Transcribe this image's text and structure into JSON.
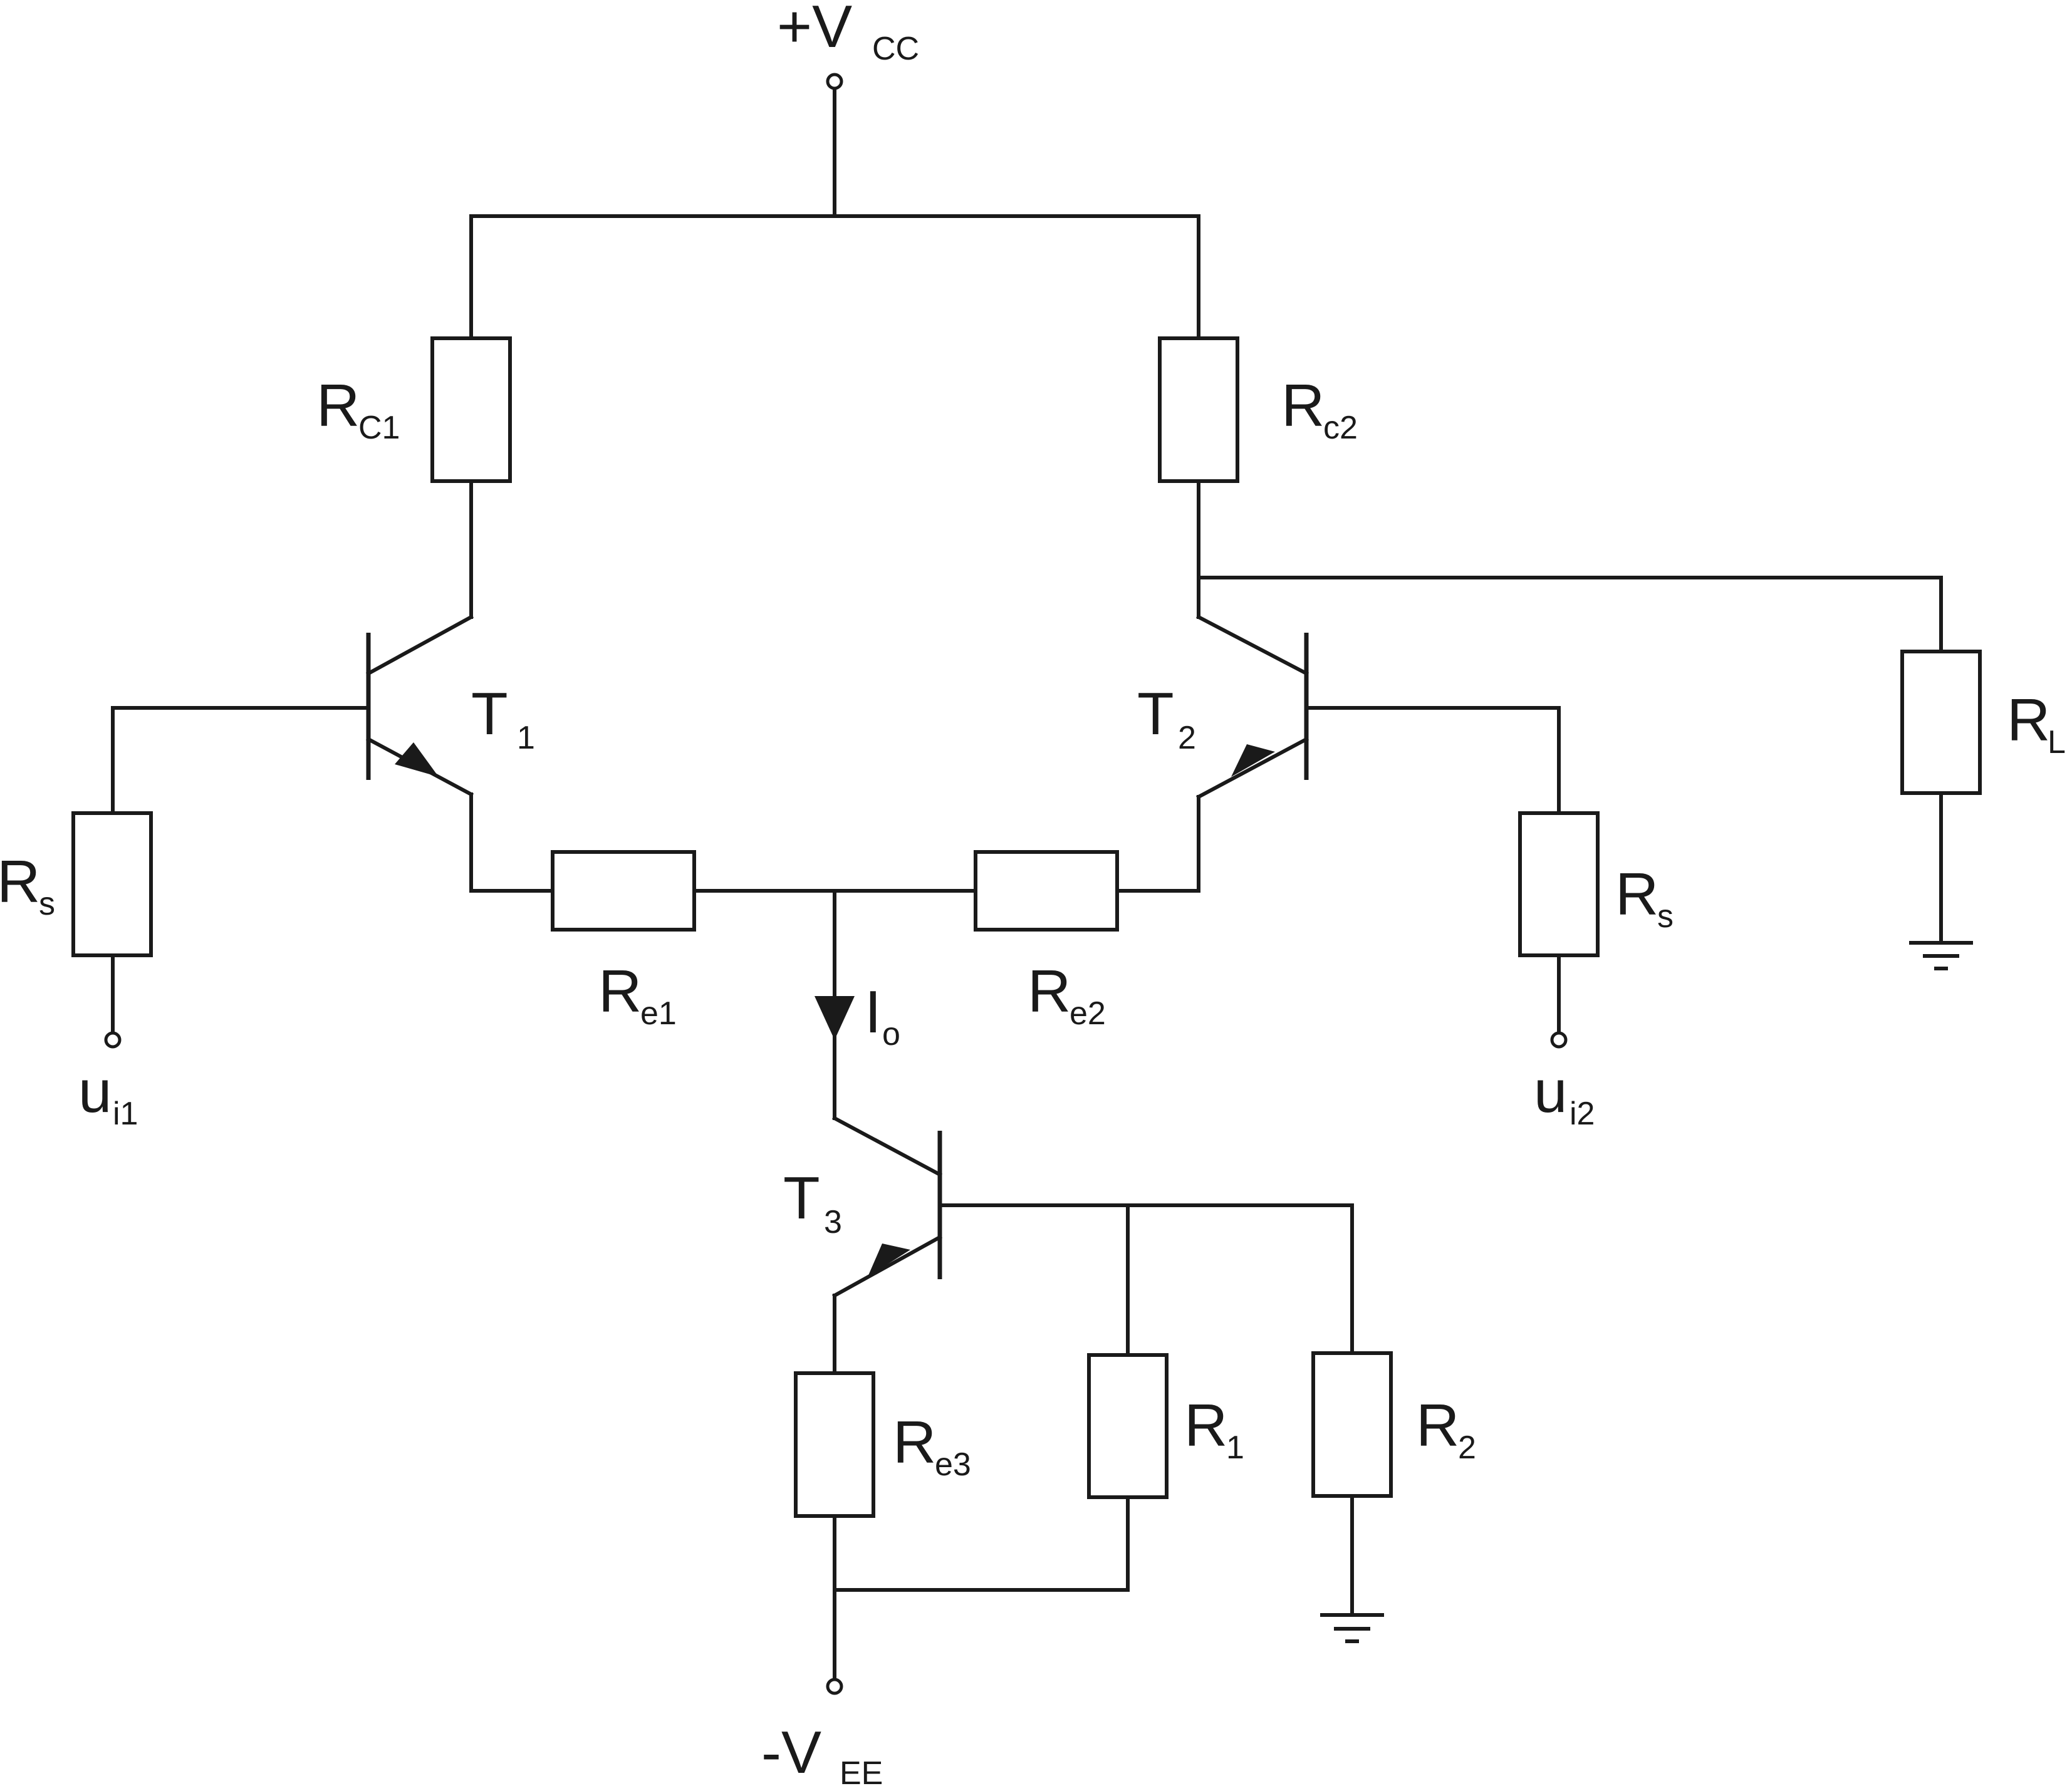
{
  "labels": {
    "vcc": {
      "main": "+V",
      "sub": "CC"
    },
    "vee": {
      "main": "-V",
      "sub": "EE"
    },
    "rc1": {
      "main": "R",
      "sub": "C1"
    },
    "rc2": {
      "main": "R",
      "sub": "c2"
    },
    "rl": {
      "main": "R",
      "sub": "L"
    },
    "rs_left": {
      "main": "R",
      "sub": "s"
    },
    "rs_right": {
      "main": "R",
      "sub": "s"
    },
    "re1": {
      "main": "R",
      "sub": "e1"
    },
    "re2": {
      "main": "R",
      "sub": "e2"
    },
    "re3": {
      "main": "R",
      "sub": "e3"
    },
    "r1": {
      "main": "R",
      "sub": "1"
    },
    "r2": {
      "main": "R",
      "sub": "2"
    },
    "t1": {
      "main": "T",
      "sub": "1"
    },
    "t2": {
      "main": "T",
      "sub": "2"
    },
    "t3": {
      "main": "T",
      "sub": "3"
    },
    "io": {
      "main": "I",
      "sub": "o"
    },
    "ui1": {
      "main": "u",
      "sub": "i1"
    },
    "ui2": {
      "main": "u",
      "sub": "i2"
    }
  }
}
